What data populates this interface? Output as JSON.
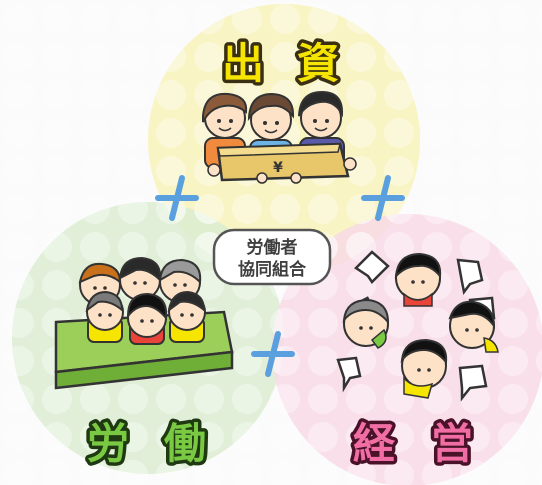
{
  "diagram": {
    "center_label": {
      "line1": "労働者",
      "line2": "協同組合"
    },
    "circles": {
      "top": {
        "label": "出資",
        "char1": "出",
        "char2": "資",
        "color": "#f7f2b8",
        "label_fill": "#f5e500",
        "label_stroke": "#3a2f12"
      },
      "left": {
        "label": "労働",
        "char1": "労",
        "char2": "働",
        "color": "#dcecd2",
        "label_fill": "#7ac943",
        "label_stroke": "#1f3a12"
      },
      "right": {
        "label": "経営",
        "char1": "経",
        "char2": "営",
        "color": "#f8d9e6",
        "label_fill": "#f06ea4",
        "label_stroke": "#4a1228"
      }
    },
    "plus_color": "#5aa0de",
    "coin_symbol": "¥"
  }
}
